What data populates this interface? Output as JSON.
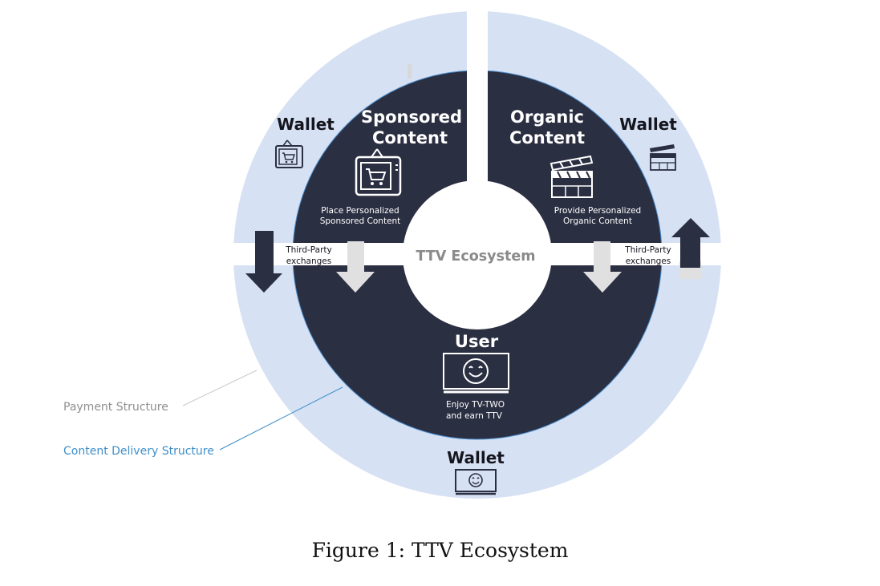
{
  "diagram": {
    "center_label": "TTV Ecosystem",
    "nodes": [
      {
        "id": "sponsored",
        "title_line1": "Sponsored",
        "title_line2": "Content",
        "desc_line1": "Place Personalized",
        "desc_line2": "Sponsored Content",
        "icon": "tv-cart-icon"
      },
      {
        "id": "organic",
        "title_line1": "Organic",
        "title_line2": "Content",
        "desc_line1": "Provide Personalized",
        "desc_line2": "Organic Content",
        "icon": "clapperboard-icon"
      },
      {
        "id": "user",
        "title": "User",
        "desc_line1": "Enjoy TV-TWO",
        "desc_line2": "and earn TTV",
        "icon": "tv-smile-icon"
      }
    ],
    "wallets": [
      {
        "id": "wallet-left",
        "label": "Wallet",
        "icon": "tv-cart-icon"
      },
      {
        "id": "wallet-right",
        "label": "Wallet",
        "icon": "clapperboard-icon"
      },
      {
        "id": "wallet-bottom",
        "label": "Wallet",
        "icon": "tv-smile-icon"
      }
    ],
    "exchanges": [
      {
        "id": "exchange-left",
        "line1": "Third-Party",
        "line2": "exchanges"
      },
      {
        "id": "exchange-right",
        "line1": "Third-Party",
        "line2": "exchanges"
      }
    ],
    "legend": [
      {
        "id": "payment",
        "label": "Payment Structure",
        "color": "#8f8f8f"
      },
      {
        "id": "delivery",
        "label": "Content Delivery Structure",
        "color": "#3f8fc9"
      }
    ],
    "colors": {
      "outer_ring": "#d6e1f3",
      "inner_ring": "#2b2f42",
      "arrow_light": "#e0e0e0",
      "arrow_dark": "#2b2f42"
    }
  },
  "caption": "Figure 1: TTV Ecosystem"
}
